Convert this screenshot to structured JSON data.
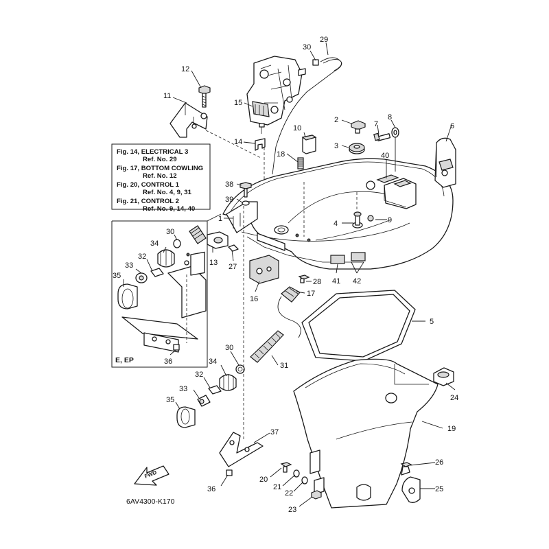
{
  "reference_box": {
    "lines": [
      "Fig. 14, ELECTRICAL 3",
      "Ref. No. 29",
      "Fig. 17, BOTTOM COWLING",
      "Ref. No. 12",
      "Fig. 20, CONTROL 1",
      "Ref. No. 4, 9, 31",
      "Fig. 21, CONTROL 2",
      "Ref. No. 9, 14, 40"
    ]
  },
  "inset_label": "E, EP",
  "fwd_label": "FWD",
  "diagram_code": "6AV4300-K170",
  "callouts": {
    "n29": "29",
    "n30a": "30",
    "n12": "12",
    "n11": "11",
    "n15": "15",
    "n2": "2",
    "n7": "7",
    "n8": "8",
    "n6": "6",
    "n10": "10",
    "n3": "3",
    "n14": "14",
    "n18": "18",
    "n40": "40",
    "n38": "38",
    "n39": "39",
    "n1": "1",
    "n4": "4",
    "n9": "9",
    "n30b": "30",
    "n34a": "34",
    "n32a": "32",
    "n33a": "33",
    "n35a": "35",
    "n13": "13",
    "n27": "27",
    "n16": "16",
    "n28": "28",
    "n41": "41",
    "n42": "42",
    "n17": "17",
    "n5": "5",
    "n36a": "36",
    "n30c": "30",
    "n31": "31",
    "n34b": "34",
    "n32b": "32",
    "n33b": "33",
    "n35b": "35",
    "n24": "24",
    "n19": "19",
    "n37": "37",
    "n26": "26",
    "n20": "20",
    "n21": "21",
    "n22": "22",
    "n25": "25",
    "n36b": "36",
    "n23": "23"
  }
}
